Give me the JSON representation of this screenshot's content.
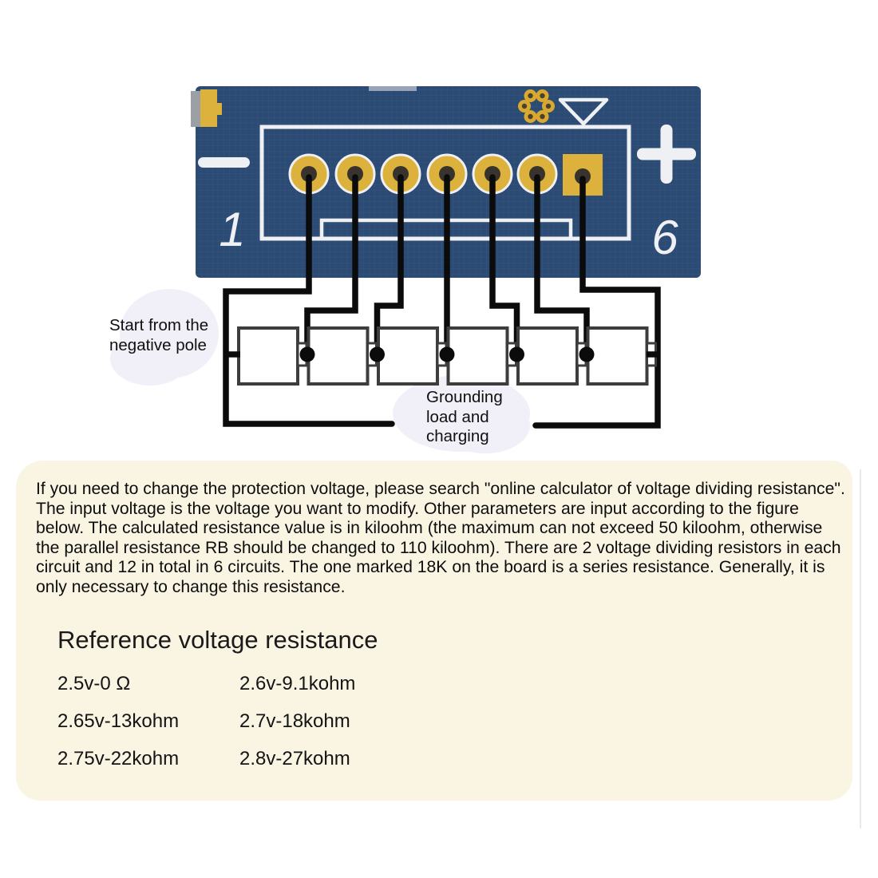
{
  "board": {
    "pin_label_start": "1",
    "pin_label_end": "6",
    "polarity_minus": "-",
    "polarity_plus": "+"
  },
  "annotations": {
    "start_pole": [
      "Start from the",
      "negative pole"
    ],
    "grounding": [
      "Grounding",
      "load and",
      "charging"
    ]
  },
  "info": {
    "paragraph_lines": [
      "If you need to change the protection voltage, please search \"online calculator of voltage dividing resistance\".",
      "The input voltage is the voltage you want to modify. Other parameters are input according to the figure",
      "below. The calculated resistance value is in kiloohm (the maximum can not exceed 50 kiloohm, otherwise",
      "the parallel resistance RB should be changed to 110 kiloohm). There are 2 voltage dividing resistors in each",
      "circuit and 12 in total in 6 circuits. The one marked 18K on the board is a series resistance. Generally, it is",
      "only necessary to change this resistance."
    ],
    "reference": {
      "title": "Reference voltage resistance",
      "rows": [
        [
          "2.5v-0 Ω",
          "2.6v-9.1kohm"
        ],
        [
          "2.65v-13kohm",
          "2.7v-18kohm"
        ],
        [
          "2.75v-22kohm",
          "2.8v-27kohm"
        ]
      ]
    }
  },
  "colors": {
    "board_blue": "#2b4a74",
    "pad_gold": "#dcb13c",
    "pad_hole": "#38332c",
    "silkscreen_white": "#eef0f3",
    "wire_black": "#0b0b0b",
    "panel_cream": "#faf4e3",
    "annotation_halo": "#f1f0f9"
  }
}
